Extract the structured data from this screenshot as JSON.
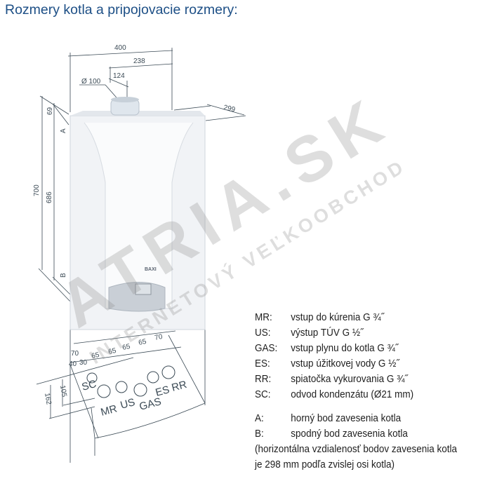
{
  "title": "Rozmery kotla a pripojovacie rozmery:",
  "dimensions": {
    "width": "400",
    "flue_offset": "238",
    "flue_side": "124",
    "flue_diameter": "Ø 100",
    "depth": "299",
    "top_to_a": "69",
    "a_label": "A",
    "height_total": "700",
    "height_a_b": "686",
    "b_label": "B",
    "bottom": [
      "70",
      "40",
      "30",
      "65",
      "65",
      "65",
      "65",
      "70"
    ],
    "depth_105": "105",
    "depth_162": "162"
  },
  "connections": [
    "SC",
    "MR",
    "US",
    "GAS",
    "ES",
    "RR"
  ],
  "legend": [
    {
      "code": "MR:",
      "desc": "vstup do kúrenia G ¾˝"
    },
    {
      "code": "US:",
      "desc": "výstup TÚV G ½˝"
    },
    {
      "code": "GAS:",
      "desc": "vstup plynu do kotla G ¾˝"
    },
    {
      "code": "ES:",
      "desc": "vstup úžitkovej vody G ½˝"
    },
    {
      "code": "RR:",
      "desc": "spiatočka vykurovania G ¾˝"
    },
    {
      "code": "SC:",
      "desc": "odvod kondenzátu (Ø21 mm)"
    }
  ],
  "points": [
    {
      "code": "A:",
      "desc": "horný bod zavesenia kotla"
    },
    {
      "code": "B:",
      "desc": "spodný bod zavesenia kotla"
    }
  ],
  "note_lines": [
    "(horizontálna vzdialenosť bodov zavesenia kotla",
    "je 298 mm podľa zvislej osi kotla)"
  ],
  "watermark": {
    "main": "ATRIA.SK",
    "sub": "INTERNETOVÝ VEĽKOOBCHOD"
  },
  "brand": "BAXI"
}
